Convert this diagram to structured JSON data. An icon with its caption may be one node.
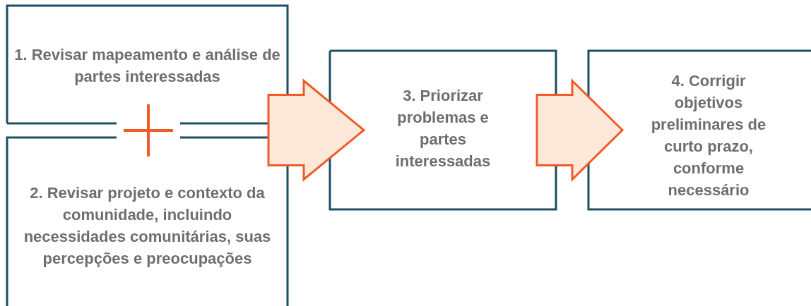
{
  "diagram": {
    "nodes": [
      {
        "text": [
          "1. Revisar mapeamento e análise de partes interessadas"
        ]
      },
      {
        "text": [
          "2. Revisar projeto e contexto da comunidade, incluindo necessidades comunitárias, suas percepções e preocupações"
        ]
      },
      {
        "text": [
          "3. Priorizar problemas e partes interessadas"
        ]
      },
      {
        "text": [
          "4. Corrigir objetivos preliminares de curto prazo, conforme necessário"
        ]
      }
    ],
    "edges": [
      {
        "from": 0,
        "to": 2,
        "arrow": "to"
      },
      {
        "from": 1,
        "to": 2,
        "arrow": "to"
      },
      {
        "from": 2,
        "to": 3,
        "arrow": "to"
      }
    ]
  }
}
